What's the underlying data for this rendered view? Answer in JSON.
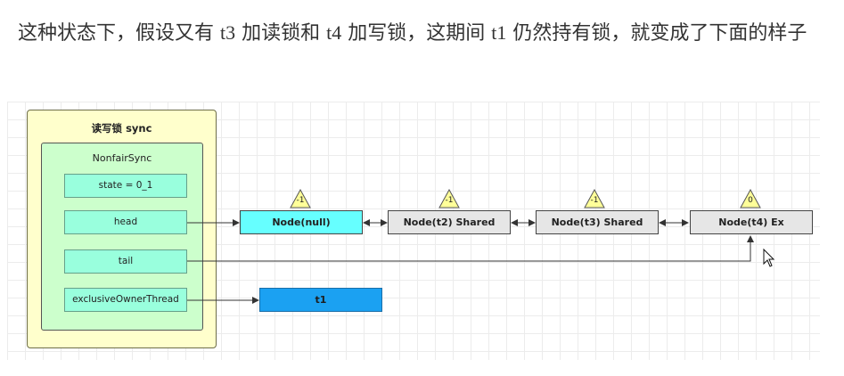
{
  "paragraph": {
    "p1": "这种状态下，假设又有",
    "t3": "t3",
    "p2": "加读锁和",
    "t4": "t4",
    "p3": "加写锁，这期间",
    "t1": "t1",
    "p4": "仍然持有锁，就变成了下面的样子"
  },
  "diagram": {
    "outer_title": "读写锁 sync",
    "inner_title": "NonfairSync",
    "fields": {
      "state": "state = 0_1",
      "head": "head",
      "tail": "tail",
      "owner": "exclusiveOwnerThread"
    },
    "nodes": [
      {
        "label": "Node(null)",
        "status": "-1"
      },
      {
        "label": "Node(t2) Shared",
        "status": "-1"
      },
      {
        "label": "Node(t3) Shared",
        "status": "-1"
      },
      {
        "label": "Node(t4) Ex",
        "status": "0"
      }
    ],
    "owner_thread": "t1"
  },
  "colors": {
    "outer_fill": "#ffffcc",
    "inner_fill": "#ccffcc",
    "field_fill": "#99ffdd",
    "head_node_fill": "#66ffff",
    "queue_node_fill": "#e6e6e6",
    "thread_fill": "#1ba1f2",
    "status_triangle": "#ffff99"
  }
}
